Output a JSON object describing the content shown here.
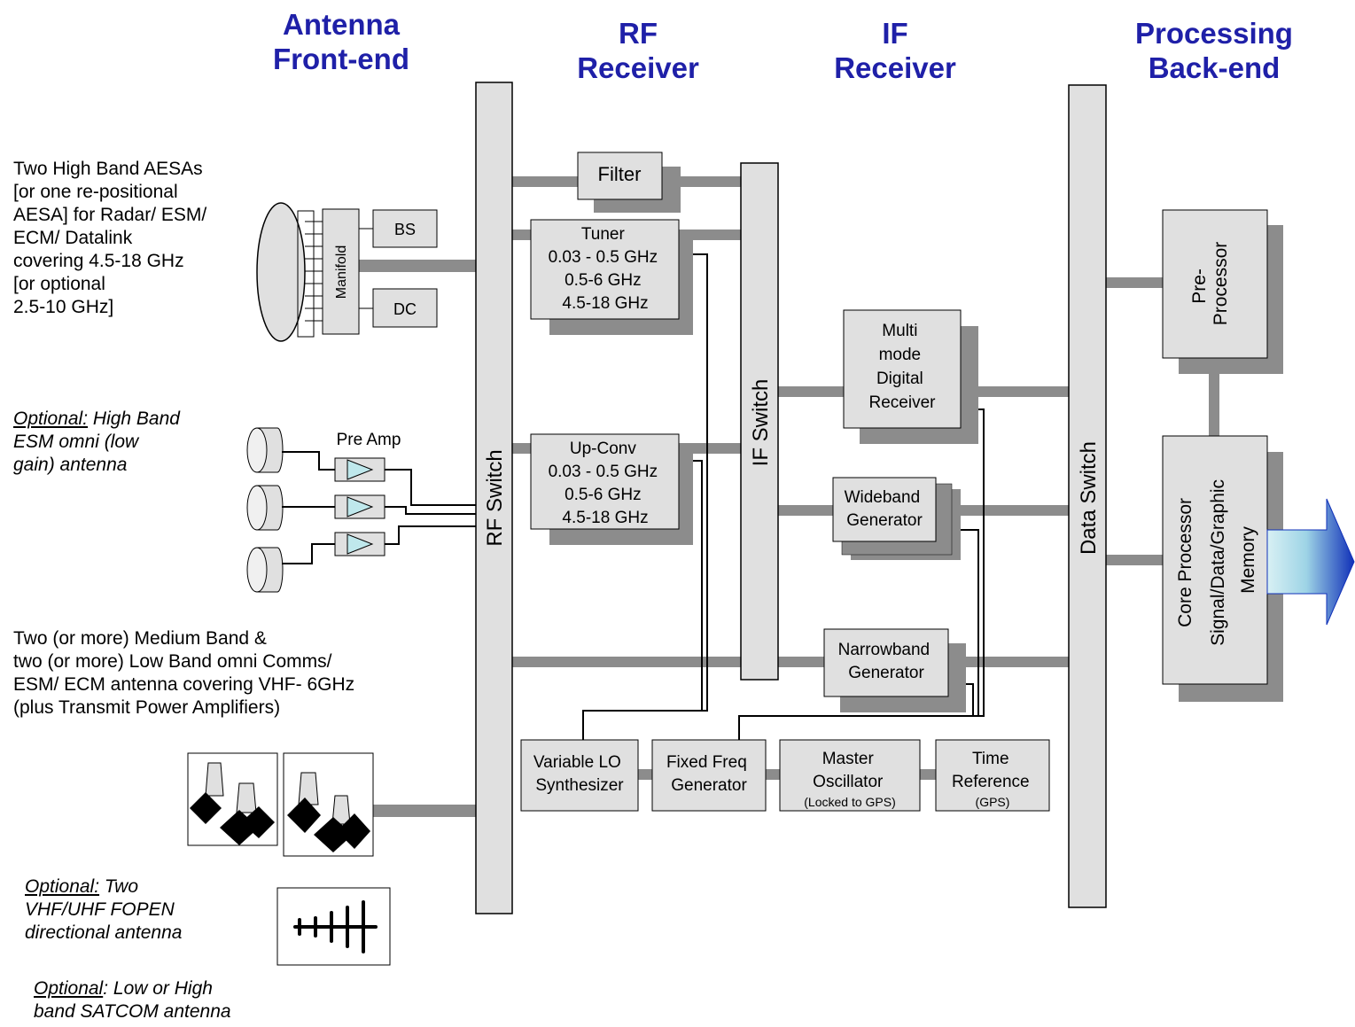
{
  "headers": {
    "antenna": "Antenna\nFront-end",
    "rf": "RF\nReceiver",
    "if": "IF\nReceiver",
    "processing": "Processing\nBack-end"
  },
  "annotations": {
    "aesa": "Two High Band AESAs\n[or one re-positional\nAESA] for Radar/ ESM/\nECM/ Datalink\ncovering 4.5-18 GHz\n[or optional\n2.5-10 GHz]",
    "esm_prefix": "Optional:",
    "esm_rest": "  High Band\nESM omni (low\ngain) antenna",
    "medium_band": "Two (or more) Medium Band &\ntwo (or more) Low Band omni Comms/\nESM/ ECM antenna covering VHF- 6GHz\n(plus Transmit Power Amplifiers)",
    "fopen_prefix": "Optional:",
    "fopen_rest": " Two\nVHF/UHF FOPEN\ndirectional antenna",
    "satcom_prefix": "Optional",
    "satcom_rest": ": Low or High\nband SATCOM antenna"
  },
  "labels": {
    "pre_amp": "Pre Amp",
    "manifold": "Manifold",
    "bs": "BS",
    "dc": "DC",
    "rf_switch": "RF Switch",
    "if_switch": "IF Switch",
    "data_switch": "Data Switch",
    "filter": "Filter",
    "tuner": [
      "Tuner",
      "0.03 - 0.5 GHz",
      "0.5-6 GHz",
      "4.5-18 GHz"
    ],
    "upconv": [
      "Up-Conv",
      "0.03 - 0.5 GHz",
      "0.5-6 GHz",
      "4.5-18 GHz"
    ],
    "multimode": [
      "Multi",
      "mode",
      "Digital",
      "Receiver"
    ],
    "wideband": [
      "Wideband",
      "Generator"
    ],
    "narrowband": [
      "Narrowband",
      "Generator"
    ],
    "variable_lo": [
      "Variable LO",
      "Synthesizer"
    ],
    "fixed_freq": [
      "Fixed Freq",
      "Generator"
    ],
    "master_osc": [
      "Master",
      "Oscillator",
      "(Locked to GPS)"
    ],
    "time_ref": [
      "Time",
      "Reference",
      "(GPS)"
    ],
    "preprocessor": [
      "Pre-",
      "Processor"
    ],
    "core": [
      "Core Processor",
      "Signal/Data/Graphic",
      "Memory"
    ]
  },
  "colors": {
    "header": "#1f20a8",
    "block_fill": "#e0e0e0",
    "shadow": "#8c8c8c",
    "bus": "#8c8c8c",
    "amp_fill": "#bfe8ec",
    "arrow_dark": "#1030b8",
    "arrow_light": "#d8f0f4"
  },
  "icons": [
    "aesa-dish-icon",
    "omni-antenna-icon",
    "amplifier-icon",
    "comms-antenna-icon",
    "yagi-antenna-icon",
    "output-arrow-icon"
  ]
}
